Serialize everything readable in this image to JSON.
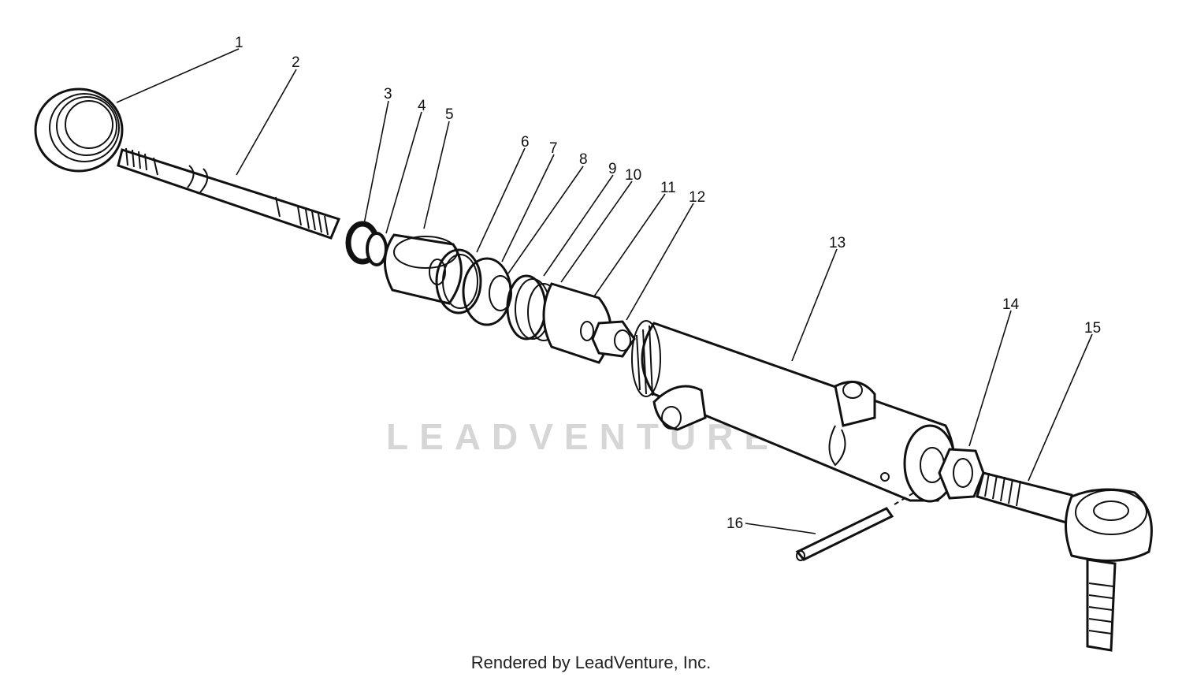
{
  "callouts": [
    {
      "id": "1",
      "label": "1"
    },
    {
      "id": "2",
      "label": "2"
    },
    {
      "id": "3",
      "label": "3"
    },
    {
      "id": "4",
      "label": "4"
    },
    {
      "id": "5",
      "label": "5"
    },
    {
      "id": "6",
      "label": "6"
    },
    {
      "id": "7",
      "label": "7"
    },
    {
      "id": "8",
      "label": "8"
    },
    {
      "id": "9",
      "label": "9"
    },
    {
      "id": "10",
      "label": "10"
    },
    {
      "id": "11",
      "label": "11"
    },
    {
      "id": "12",
      "label": "12"
    },
    {
      "id": "13",
      "label": "13"
    },
    {
      "id": "14",
      "label": "14"
    },
    {
      "id": "15",
      "label": "15"
    },
    {
      "id": "16",
      "label": "16"
    }
  ],
  "watermark": "LEADVENTURE",
  "footer": "Rendered by LeadVenture, Inc."
}
